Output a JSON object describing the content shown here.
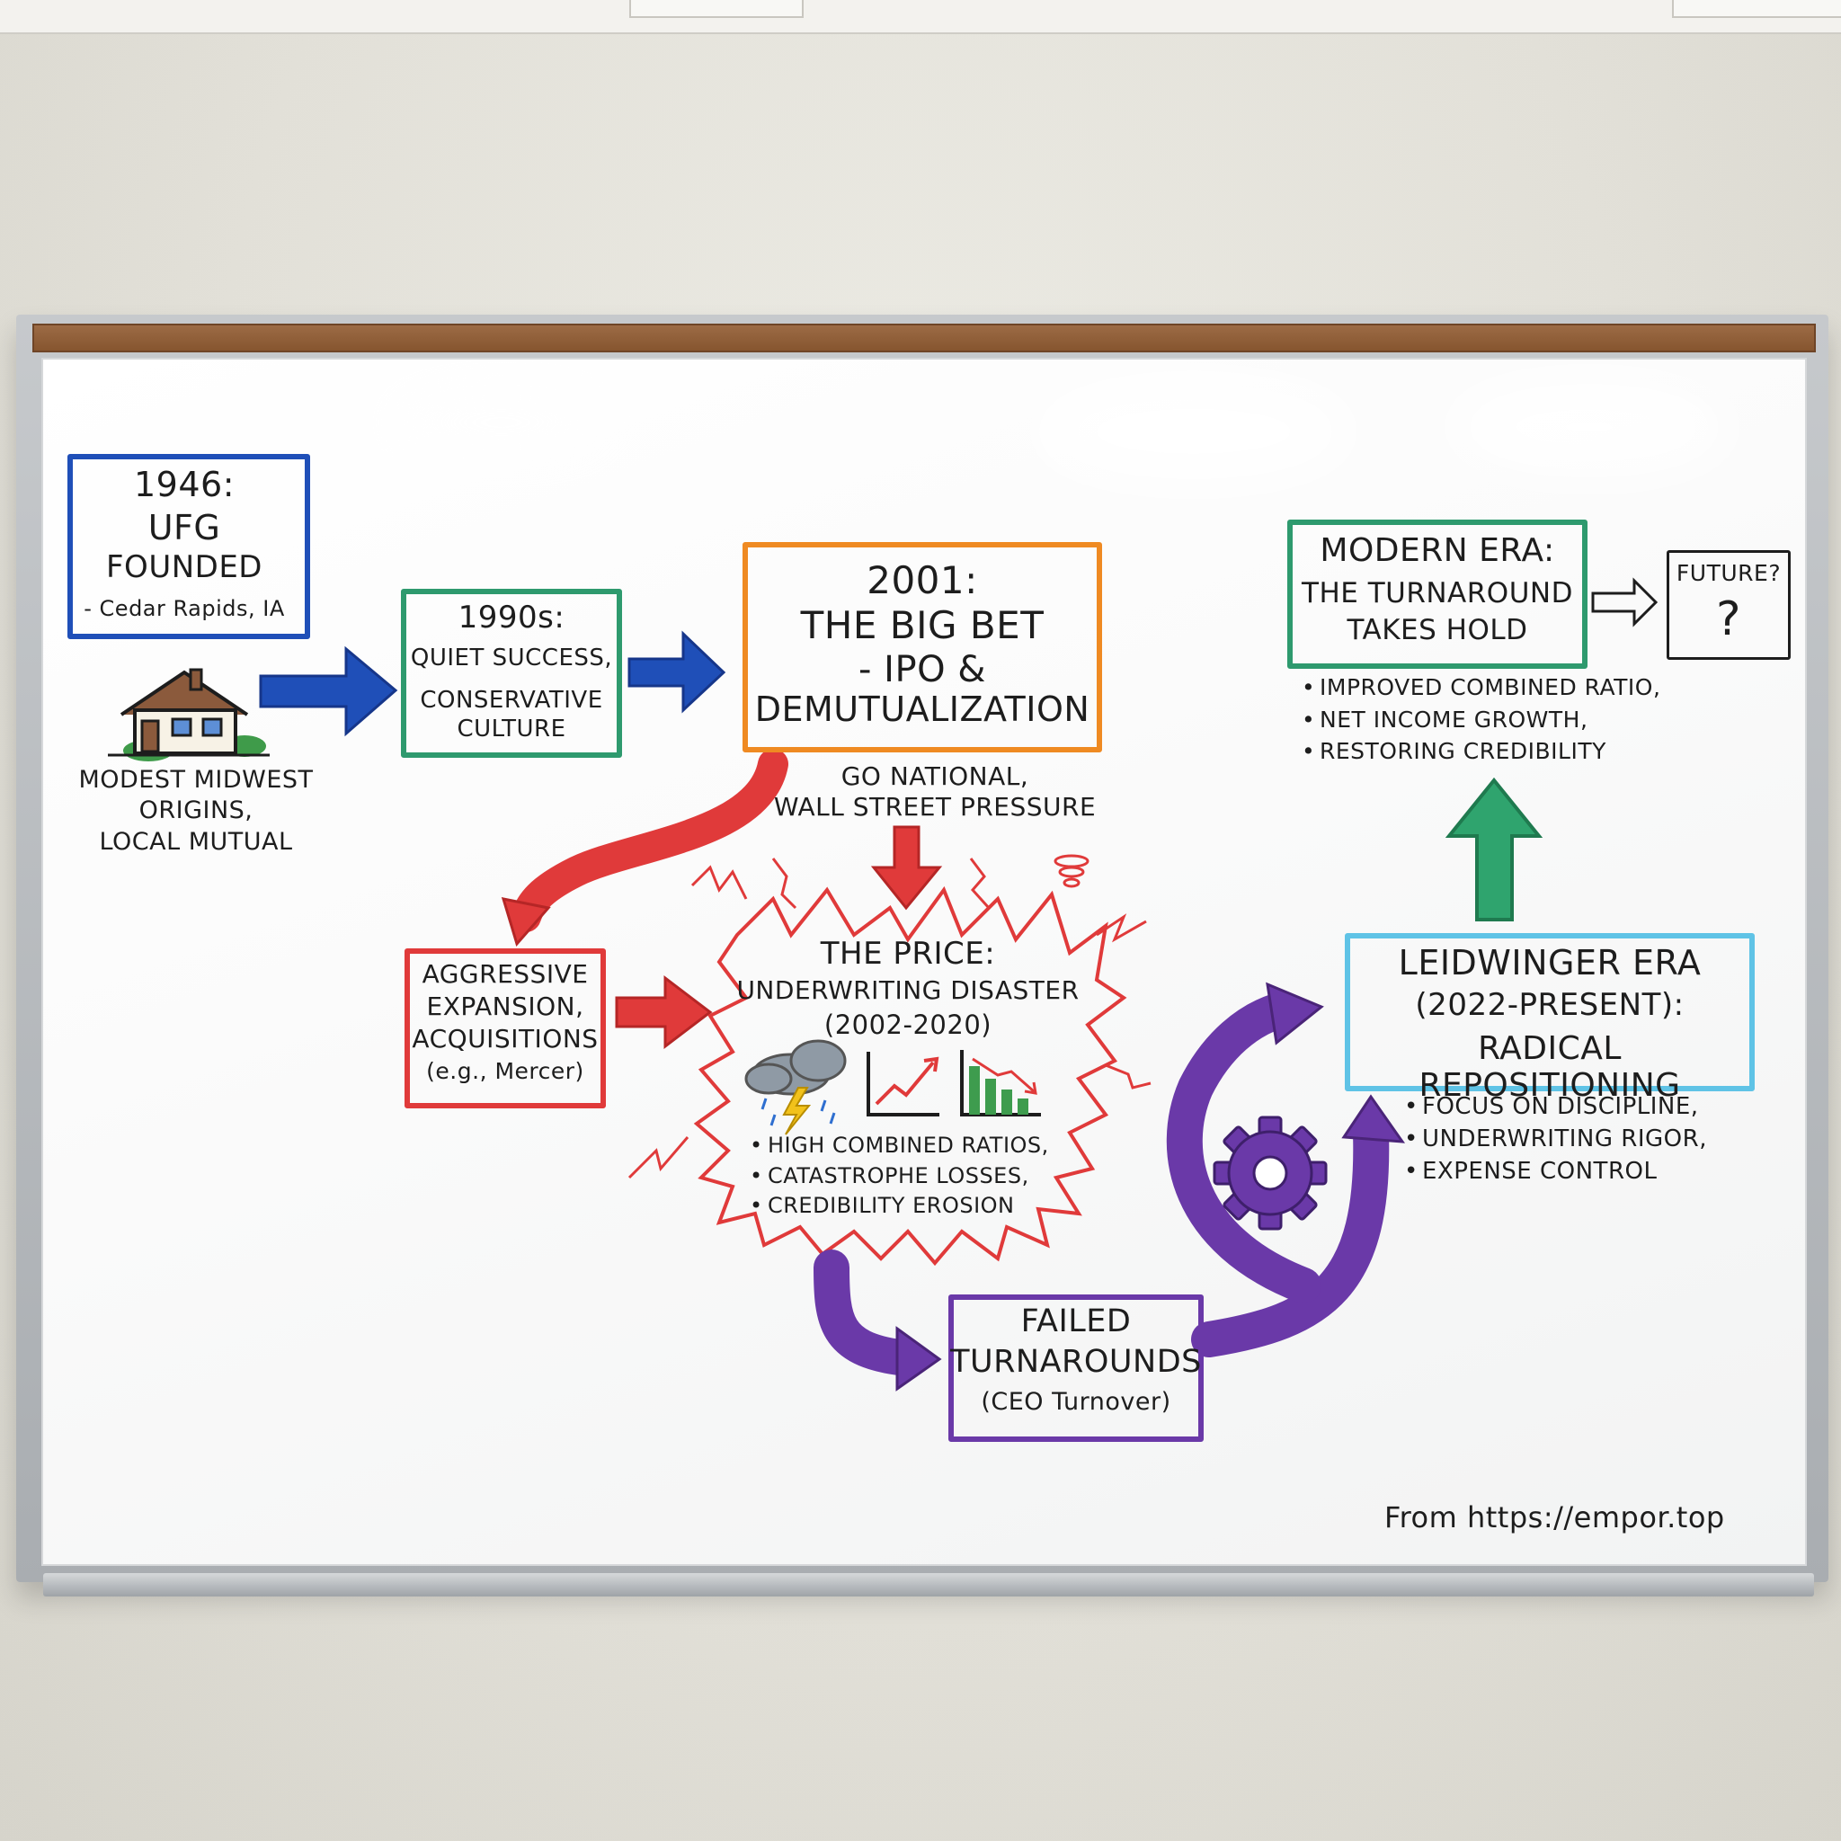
{
  "colors": {
    "blue": "#1f4fb8",
    "green": "#2e9a6e",
    "orange": "#ef8a22",
    "red": "#e03a3a",
    "purple": "#6a39a8",
    "lightblue": "#5fc3e6",
    "black": "#1d1d1d"
  },
  "nodes": {
    "founded": {
      "line1": "1946:",
      "line2": "UFG",
      "line3": "FOUNDED",
      "line4": "- Cedar Rapids, IA"
    },
    "origins": {
      "line1": "MODEST MIDWEST",
      "line2": "ORIGINS,",
      "line3": "LOCAL MUTUAL"
    },
    "nineties": {
      "line1": "1990s:",
      "line2": "QUIET SUCCESS,",
      "line3": "CONSERVATIVE",
      "line4": "CULTURE"
    },
    "bigbet": {
      "line1": "2001:",
      "line2": "THE BIG BET",
      "line3": "- IPO &",
      "line4": "DEMUTUALIZATION"
    },
    "pressure": {
      "line1": "GO NATIONAL,",
      "line2": "WALL STREET PRESSURE"
    },
    "expansion": {
      "line1": "AGGRESSIVE",
      "line2": "EXPANSION,",
      "line3": "ACQUISITIONS",
      "line4": "(e.g., Mercer)"
    },
    "price": {
      "line1": "THE PRICE:",
      "line2": "UNDERWRITING DISASTER",
      "line3": "(2002-2020)",
      "bullets": [
        "HIGH COMBINED RATIOS,",
        "CATASTROPHE LOSSES,",
        "CREDIBILITY EROSION"
      ]
    },
    "failed": {
      "line1": "FAILED",
      "line2": "TURNAROUNDS",
      "line3": "(CEO Turnover)"
    },
    "leidwinger": {
      "line1": "LEIDWINGER ERA",
      "line2": "(2022-PRESENT):",
      "line3": "RADICAL REPOSITIONING",
      "bullets": [
        "FOCUS ON DISCIPLINE,",
        "UNDERWRITING RIGOR,",
        "EXPENSE CONTROL"
      ]
    },
    "modern": {
      "line1": "MODERN ERA:",
      "line2": "THE TURNAROUND",
      "line3": "TAKES HOLD",
      "bullets": [
        "IMPROVED COMBINED RATIO,",
        "NET INCOME GROWTH,",
        "RESTORING CREDIBILITY"
      ]
    },
    "future": {
      "line1": "FUTURE?",
      "line2": "?"
    }
  },
  "icons": [
    "house-icon",
    "storm-cloud-icon",
    "rising-chart-icon",
    "falling-bar-chart-icon",
    "gear-icon"
  ],
  "footer": {
    "source": "From https://empor.top"
  }
}
